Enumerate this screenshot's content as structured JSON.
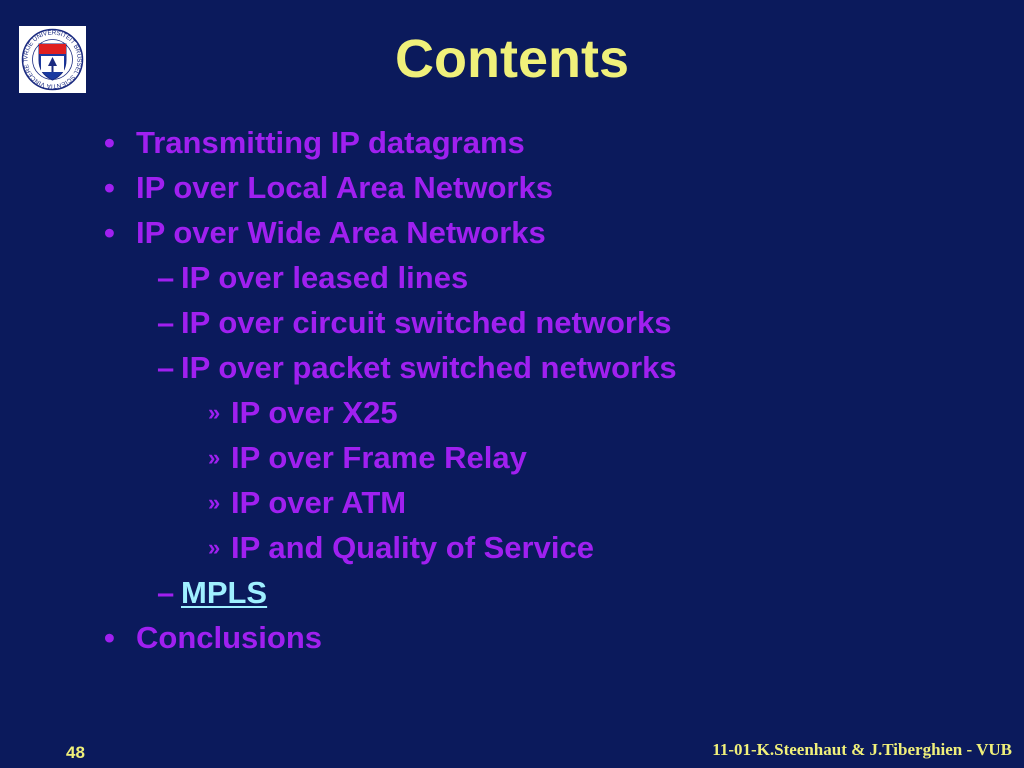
{
  "slide": {
    "title": "Contents",
    "logo_icon": "university-seal-icon",
    "logo_text": "VRIJE UNIVERSITEIT BRUSSEL SCIENTIA VINCERE TENEBRAS",
    "items": [
      {
        "marker": "•",
        "text": "Transmitting IP datagrams",
        "level": 1
      },
      {
        "marker": "•",
        "text": "IP over Local Area Networks",
        "level": 1
      },
      {
        "marker": "•",
        "text": "IP over Wide Area Networks",
        "level": 1
      },
      {
        "marker": "–",
        "text": "IP over leased lines",
        "level": 2
      },
      {
        "marker": "–",
        "text": "IP over circuit switched networks",
        "level": 2
      },
      {
        "marker": "–",
        "text": "IP over packet switched networks",
        "level": 2
      },
      {
        "marker": "»",
        "text": "IP over X25",
        "level": 3
      },
      {
        "marker": "»",
        "text": "IP over Frame Relay",
        "level": 3
      },
      {
        "marker": "»",
        "text": "IP over ATM",
        "level": 3
      },
      {
        "marker": "»",
        "text": "IP and Quality of Service",
        "level": 3
      },
      {
        "marker": "–",
        "text": "MPLS",
        "level": 2
      },
      {
        "marker": "•",
        "text": "Conclusions",
        "level": 1
      }
    ],
    "page_number": "48",
    "footer": "11-01-K.Steenhaut & J.Tiberghien - VUB"
  },
  "colors": {
    "background": "#0b1a5c",
    "title": "#f0f07a",
    "text": "#a020f0",
    "link": "#9ff0ff"
  }
}
